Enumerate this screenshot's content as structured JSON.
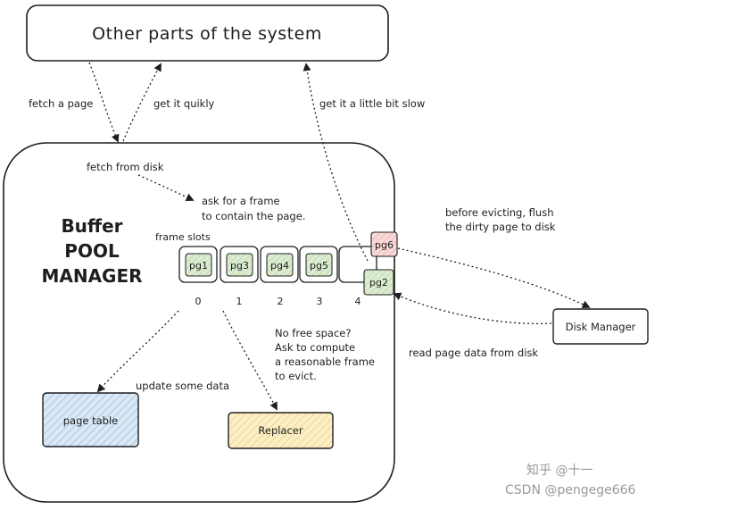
{
  "system_box": {
    "label": "Other parts of the system"
  },
  "edges": {
    "fetch_page": "fetch a page",
    "get_quick": "get it quikly",
    "get_slow": "get it a little bit slow",
    "fetch_disk": "fetch from disk",
    "ask_frame": [
      "ask for a frame",
      "to contain the page."
    ],
    "flush": [
      "before evicting, flush",
      "the dirty page to disk"
    ],
    "read_disk": "read page data from disk",
    "update": "update some data",
    "no_space": [
      "No free space?",
      "Ask to compute",
      "a reasonable frame",
      "to evict."
    ]
  },
  "buffer_pool": {
    "title": [
      "Buffer",
      "POOL",
      "MANAGER"
    ],
    "frame_slots_label": "frame slots",
    "slots": [
      {
        "index": "0",
        "page": "pg1"
      },
      {
        "index": "1",
        "page": "pg3"
      },
      {
        "index": "2",
        "page": "pg4"
      },
      {
        "index": "3",
        "page": "pg5"
      },
      {
        "index": "4",
        "page": ""
      }
    ],
    "incoming_page": "pg2",
    "evicted_page": "pg6"
  },
  "components": {
    "page_table": "page table",
    "replacer": "Replacer",
    "disk_manager": "Disk Manager"
  },
  "watermark": {
    "zh": "知乎 @十一",
    "csdn": "CSDN @pengege666"
  },
  "colors": {
    "stroke": "#1e1e1e",
    "page_fill": "#d3e8c8",
    "evict_fill": "#f5c9c9",
    "page_table_fill": "#cfe2f3",
    "replacer_fill": "#fbe9b7"
  }
}
